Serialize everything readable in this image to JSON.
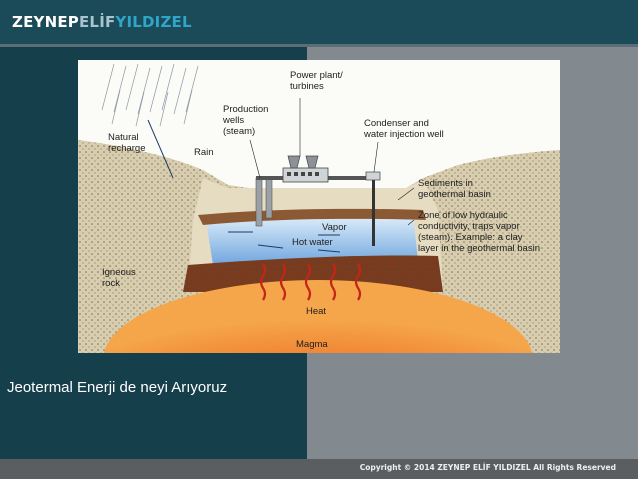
{
  "header": {
    "brand_part1": "ZEYNEP",
    "brand_part2": "ELİF",
    "brand_part3": "YILDIZEL"
  },
  "figure": {
    "labels": {
      "power_plant_line1": "Power plant/",
      "power_plant_line2": "turbines",
      "production_line1": "Production",
      "production_line2": "wells",
      "production_line3": "(steam)",
      "natural_line1": "Natural",
      "natural_line2": "recharge",
      "rain": "Rain",
      "condenser_line1": "Condenser and",
      "condenser_line2": "water injection well",
      "sediments_line1": "Sediments in",
      "sediments_line2": "geothermal basin",
      "zone_line1": "Zone of low hydraulic",
      "zone_line2": "conductivity, traps vapor",
      "zone_line3": "(steam). Example: a clay",
      "zone_line4": "layer in the geothermal basin",
      "vapor": "Vapor",
      "hot_water": "Hot water",
      "igneous_line1": "Igneous",
      "igneous_line2": "rock",
      "heat": "Heat",
      "magma": "Magma"
    }
  },
  "caption": "Jeotermal Enerji de neyi Arıyoruz",
  "footer": {
    "copyright": "Copyright © 2014 ZEYNEP ELİF YILDIZEL All Rights Reserved"
  }
}
